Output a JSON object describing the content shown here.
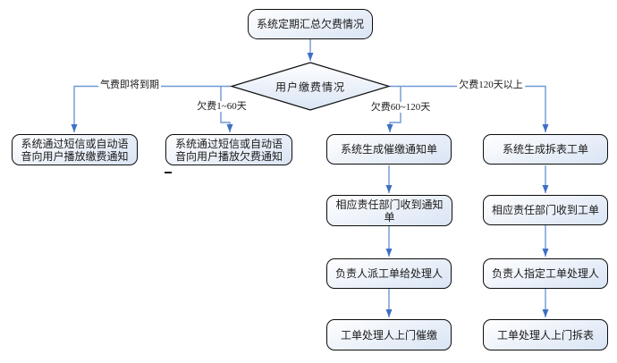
{
  "diagram": {
    "colors": {
      "connector": "#6f97d6",
      "arrowhead": "#3f6fc6",
      "node_border": "#0d0d0d",
      "node_fill_top": "#ffffff",
      "node_fill_bottom": "#d9e4f4",
      "text": "#1a1a1a",
      "background": "#ffffff"
    },
    "start": {
      "label": "系统定期汇总欠费情况"
    },
    "decision": {
      "label": "用户缴费情况"
    },
    "branches": [
      {
        "condition": "气费即将到期",
        "steps": [
          "系统通过短信或自动语音向用户播放缴费通知"
        ]
      },
      {
        "condition": "欠费1~60天",
        "steps": [
          "系统通过短信或自动语音向用户播放欠费通知"
        ]
      },
      {
        "condition": "欠费60~120天",
        "steps": [
          "系统生成催缴通知单",
          "相应责任部门收到通知单",
          "负责人派工单给处理人",
          "工单处理人上门催缴"
        ]
      },
      {
        "condition": "欠费120天以上",
        "steps": [
          "系统生成拆表工单",
          "相应责任部门收到工单",
          "负责人指定工单处理人",
          "工单处理人上门拆表"
        ]
      }
    ]
  }
}
